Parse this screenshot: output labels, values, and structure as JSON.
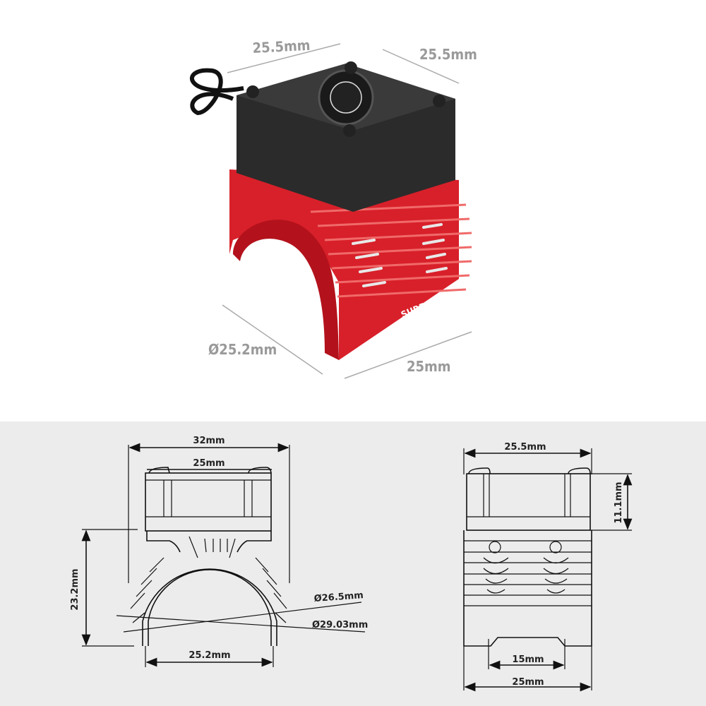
{
  "photo": {
    "brand_logo": "SURPASS HOBBY",
    "dimensions": {
      "fan_width": "25.5mm",
      "fan_depth": "25.5mm",
      "inner_diameter": "Ø25.2mm",
      "base_length": "25mm"
    },
    "colors": {
      "heatsink": "#d8202a",
      "fan": "#2a2a2a",
      "label": "#9a9a9a"
    }
  },
  "front_view": {
    "overall_width": "32mm",
    "fan_width": "25mm",
    "height": "23.2mm",
    "diameter_inner": "Ø26.5mm",
    "diameter_outer": "Ø29.03mm",
    "opening_width": "25.2mm"
  },
  "side_view": {
    "fan_width": "25.5mm",
    "fan_height": "11.1mm",
    "slot_width": "15mm",
    "base_length": "25mm"
  }
}
